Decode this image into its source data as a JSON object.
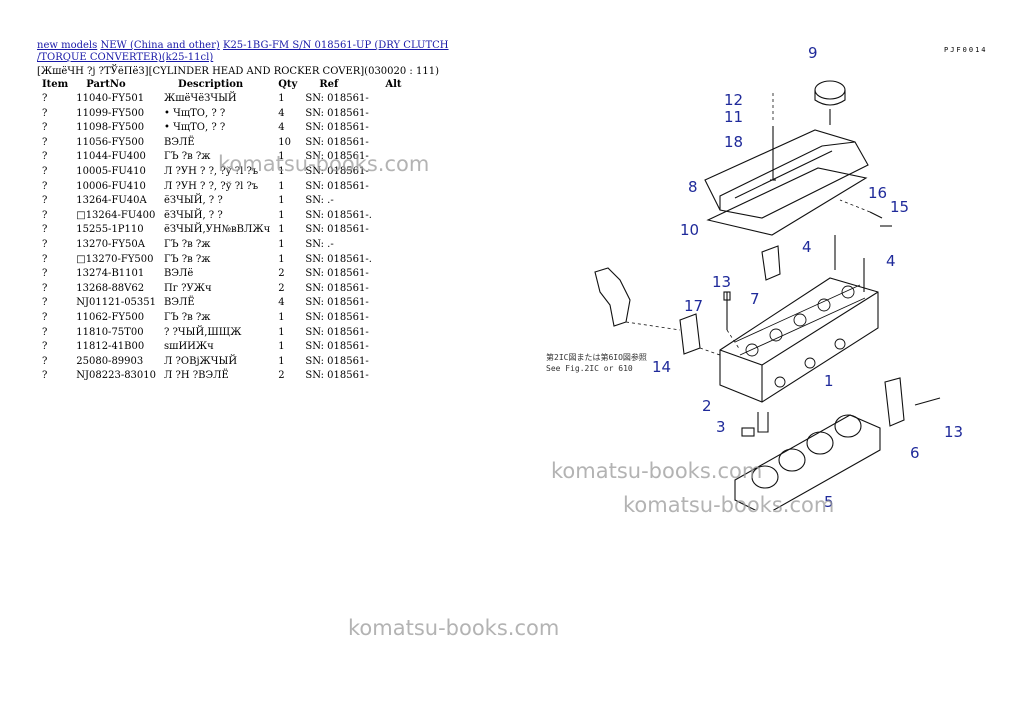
{
  "breadcrumb": {
    "link1": "new models",
    "link2": "NEW (China and other)",
    "link3": "K25-1BG-FM S/N 018561-UP (DRY CLUTCH /TORQUE CONVERTER)(k25-11cl)"
  },
  "subtitle": "[ЖшёЧН ?j ?ТЎёПёЗ][CYLINDER HEAD AND ROCKER COVER](030020 : 111)",
  "table": {
    "headers": [
      "Item",
      "PartNo",
      "Description",
      "Qty",
      "Ref",
      "Alt"
    ],
    "rows": [
      [
        "?",
        "11040-FY501",
        "ЖшёЧёЗЧЫЙ",
        "1",
        "SN: 018561-",
        ""
      ],
      [
        "?",
        "11099-FY500",
        "• ЧщТО, ? ?",
        "4",
        "SN: 018561-",
        ""
      ],
      [
        "?",
        "11098-FY500",
        "• ЧщТО, ? ?",
        "4",
        "SN: 018561-",
        ""
      ],
      [
        "?",
        "11056-FY500",
        "ВЭЛЁ",
        "10",
        "SN: 018561-",
        ""
      ],
      [
        "?",
        "11044-FU400",
        "ГЪ ?в ?ж",
        "1",
        "SN: 018561-",
        ""
      ],
      [
        "?",
        "10005-FU410",
        "Л ?УН ? ?, ?ў ?l ?ъ",
        "1",
        "SN: 018561-",
        ""
      ],
      [
        "?",
        "10006-FU410",
        "Л ?УН ? ?, ?ў ?l ?ъ",
        "1",
        "SN: 018561-",
        ""
      ],
      [
        "?",
        "13264-FU40A",
        "ёЗЧЫЙ, ? ?",
        "1",
        "SN: .-",
        ""
      ],
      [
        "?",
        "□13264-FU400",
        "ёЗЧЫЙ, ? ?",
        "1",
        "SN: 018561-.",
        ""
      ],
      [
        "?",
        "15255-1P110",
        "ёЗЧЫЙ,УН№вВЛЖч",
        "1",
        "SN: 018561-",
        ""
      ],
      [
        "?",
        "13270-FY50A",
        "ГЪ ?в ?ж",
        "1",
        "SN: .-",
        ""
      ],
      [
        "?",
        "□13270-FY500",
        "ГЪ ?в ?ж",
        "1",
        "SN: 018561-.",
        ""
      ],
      [
        "?",
        "13274-B1101",
        "ВЭЛё",
        "2",
        "SN: 018561-",
        ""
      ],
      [
        "?",
        "13268-88V62",
        "Пг ?УЖч",
        "2",
        "SN: 018561-",
        ""
      ],
      [
        "?",
        "NJ01121-05351",
        "ВЭЛЁ",
        "4",
        "SN: 018561-",
        ""
      ],
      [
        "?",
        "11062-FY500",
        "ГЪ ?в ?ж",
        "1",
        "SN: 018561-",
        ""
      ],
      [
        "?",
        "11810-75T00",
        "? ?ЧЫЙ,ШЩЖ",
        "1",
        "SN: 018561-",
        ""
      ],
      [
        "?",
        "11812-41B00",
        "ѕшИИЖч",
        "1",
        "SN: 018561-",
        ""
      ],
      [
        "?",
        "25080-89903",
        "Л ?ОВјЖЧЫЙ",
        "1",
        "SN: 018561-",
        ""
      ],
      [
        "?",
        "NJ08223-83010",
        "Л ?Н ?ВЭЛЁ",
        "2",
        "SN: 018561-",
        ""
      ]
    ]
  },
  "diagram": {
    "code": "PJF0014",
    "note_line1": "第2IC図または第6IO図参照",
    "note_line2": "See Fig.2IC or 610",
    "callouts": [
      "9",
      "12",
      "11",
      "18",
      "8",
      "16",
      "15",
      "10",
      "4",
      "4",
      "13",
      "7",
      "17",
      "14",
      "1",
      "2",
      "3",
      "6",
      "13",
      "5"
    ]
  },
  "watermark": "komatsu-books.com"
}
